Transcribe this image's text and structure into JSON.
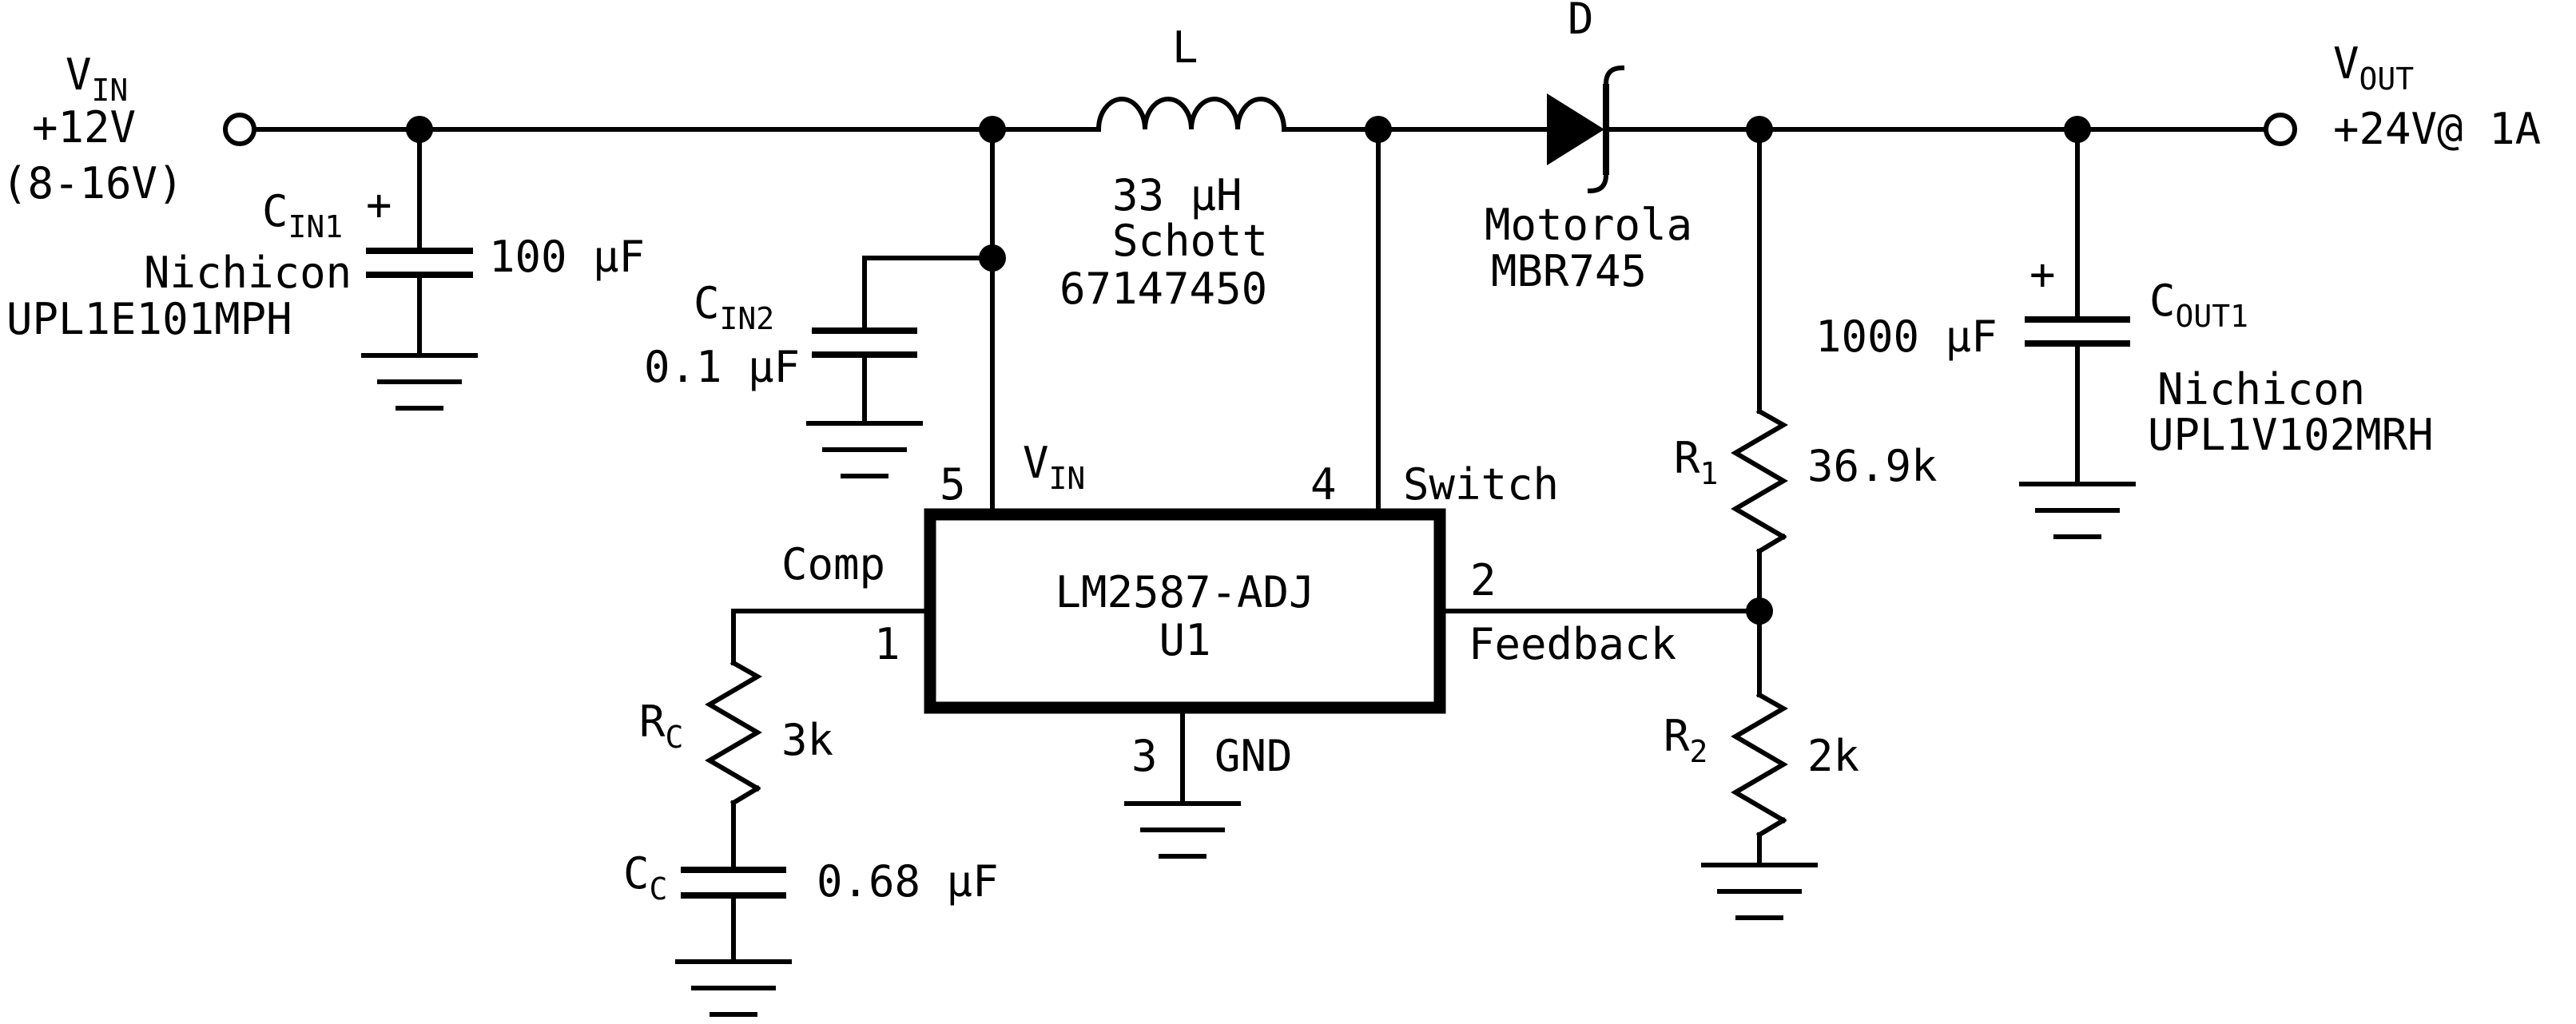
{
  "input": {
    "v_name": "V",
    "v_sub": "IN",
    "voltage": "+12V",
    "range": "(8-16V)"
  },
  "output": {
    "v_name": "V",
    "v_sub": "OUT",
    "spec": "+24V@ 1A"
  },
  "cin1": {
    "name": "C",
    "sub": "IN1",
    "polarity": "+",
    "value": "100 μF",
    "maker": "Nichicon",
    "part": "UPL1E101MPH"
  },
  "cin2": {
    "name": "C",
    "sub": "IN2",
    "value": "0.1 μF"
  },
  "inductor": {
    "name": "L",
    "value": "33 μH",
    "maker": "Schott",
    "part": "67147450"
  },
  "diode": {
    "name": "D",
    "maker": "Motorola",
    "part": "MBR745"
  },
  "cout1": {
    "name": "C",
    "sub": "OUT1",
    "polarity": "+",
    "value": "1000 μF",
    "maker": "Nichicon",
    "part": "UPL1V102MRH"
  },
  "r1": {
    "name": "R",
    "sub": "1",
    "value": "36.9k"
  },
  "r2": {
    "name": "R",
    "sub": "2",
    "value": "2k"
  },
  "rc": {
    "name": "R",
    "sub": "C",
    "value": "3k"
  },
  "cc": {
    "name": "C",
    "sub": "C",
    "value": "0.68 μF"
  },
  "ic": {
    "part": "LM2587-ADJ",
    "ref": "U1",
    "pins": {
      "vin": {
        "num": "5",
        "name": "V",
        "sub": "IN"
      },
      "switch": {
        "num": "4",
        "name": "Switch"
      },
      "comp": {
        "num": "1",
        "name": "Comp"
      },
      "feedback": {
        "num": "2",
        "name": "Feedback"
      },
      "gnd": {
        "num": "3",
        "name": "GND"
      }
    }
  }
}
